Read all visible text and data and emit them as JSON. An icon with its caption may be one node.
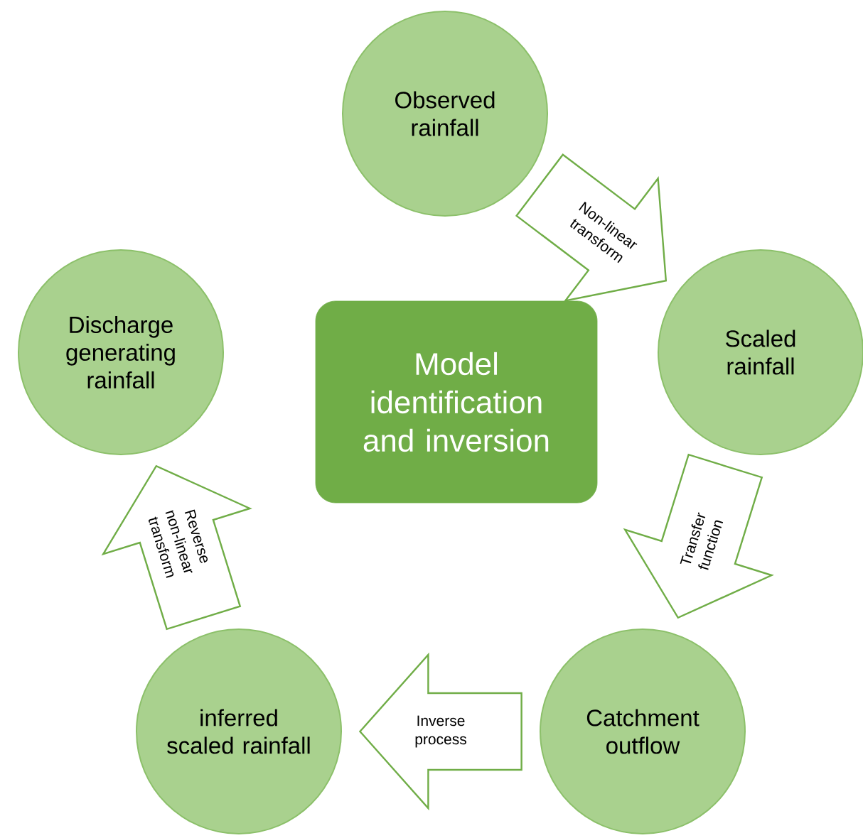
{
  "diagram": {
    "nodes": [
      {
        "text": [
          "Model identification and inversion"
        ]
      },
      {
        "text": [
          "Observed rainfall"
        ]
      },
      {
        "text": [
          "Scaled rainfall"
        ]
      },
      {
        "text": [
          "Catchment outflow"
        ]
      },
      {
        "text": [
          "inferred scaled rainfall"
        ]
      },
      {
        "text": [
          "Discharge generating rainfall"
        ]
      }
    ],
    "edges": [
      {
        "from": 1,
        "to": 2,
        "arrow": "to",
        "label": "Non-linear transform"
      },
      {
        "from": 2,
        "to": 3,
        "arrow": "to",
        "label": "Transfer function"
      },
      {
        "from": 3,
        "to": 4,
        "arrow": "to",
        "label": "Inverse process"
      },
      {
        "from": 4,
        "to": 5,
        "arrow": "to",
        "label": "Reverse non-linear transform"
      }
    ]
  }
}
